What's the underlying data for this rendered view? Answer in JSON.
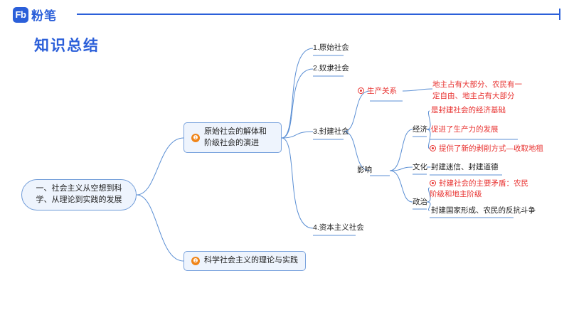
{
  "brand": {
    "logo_mark": "Fb",
    "logo_text": "粉笔"
  },
  "page": {
    "title": "知识总结"
  },
  "mindmap": {
    "type": "mindmap",
    "root": {
      "label": "一、社会主义从空想到科学、从理论到实践的发展"
    },
    "branches": [
      {
        "badge": "❶",
        "label": "原始社会的解体和阶级社会的演进",
        "children": [
          {
            "label": "1.原始社会"
          },
          {
            "label": "2.奴隶社会"
          },
          {
            "label": "3.封建社会",
            "children": [
              {
                "label": "生产关系",
                "marker": "red-dot",
                "color": "#e8312f",
                "detail": "地主占有大部分、农民有一定自由、地主占有大部分",
                "detail_color": "#e8312f"
              },
              {
                "label": "影响",
                "children": [
                  {
                    "label": "经济",
                    "items": [
                      {
                        "text": "是封建社会的经济基础",
                        "color": "#e8312f",
                        "marker": "none"
                      },
                      {
                        "text": "促进了生产力的发展",
                        "color": "#e8312f",
                        "marker": "none"
                      },
                      {
                        "text": "提供了新的剥削方式—收取地租",
                        "color": "#e8312f",
                        "marker": "red-dot"
                      }
                    ]
                  },
                  {
                    "label": "文化",
                    "items": [
                      {
                        "text": "封建迷信、封建道德",
                        "color": "#222222",
                        "marker": "none"
                      }
                    ]
                  },
                  {
                    "label": "政治",
                    "items": [
                      {
                        "text": "封建社会的主要矛盾：农民阶级和地主阶级",
                        "color": "#e8312f",
                        "marker": "red-dot"
                      },
                      {
                        "text": "封建国家形成、农民的反抗斗争",
                        "color": "#222222",
                        "marker": "none"
                      }
                    ]
                  }
                ]
              }
            ]
          },
          {
            "label": "4.资本主义社会"
          }
        ]
      },
      {
        "badge": "❷",
        "label": "科学社会主义的理论与实践"
      }
    ],
    "colors": {
      "accent": "#2b5fd9",
      "node_fill": "#eef4fd",
      "node_border": "#7aa3dd",
      "badge": "#f08519",
      "highlight": "#e8312f",
      "line": "#5b8fd4",
      "text": "#222222"
    }
  }
}
